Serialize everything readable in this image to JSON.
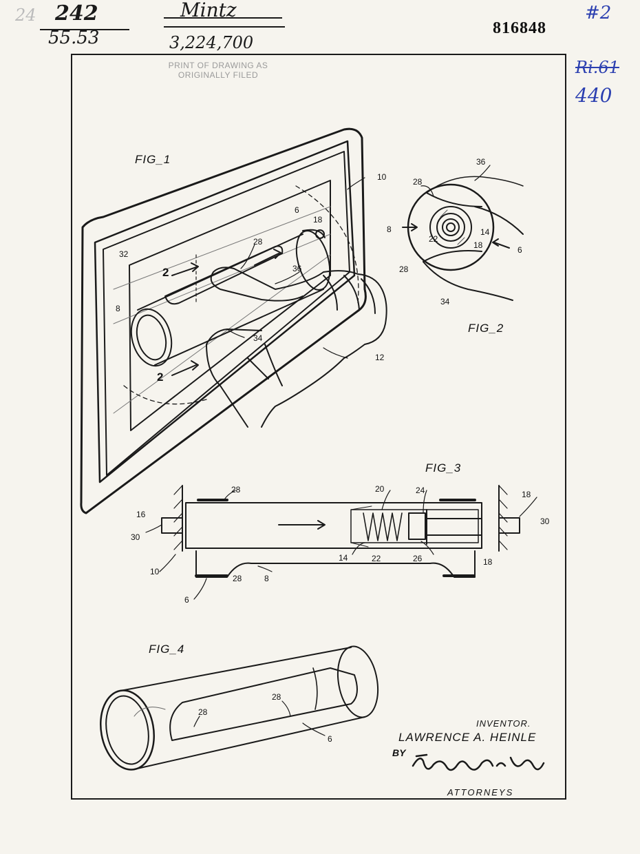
{
  "header": {
    "top_left_faint": "24",
    "fraction_top": "242",
    "fraction_bottom": "55.53",
    "name_note": "Mintz",
    "patent_number": "3,224,700",
    "serial_number": "816848",
    "sheet_mark": "#2",
    "struck_note": "Ri.61",
    "note_number": "440",
    "stamp_line1": "PRINT OF DRAWING AS",
    "stamp_line2": "ORIGINALLY FILED"
  },
  "figures": {
    "fig1": "FIG_1",
    "fig2": "FIG_2",
    "fig3": "FIG_3",
    "fig4": "FIG_4"
  },
  "fig1_refs": {
    "r10": "10",
    "r6": "6",
    "r18": "18",
    "r32": "32",
    "r28": "28",
    "r2a": "2",
    "r36": "36",
    "r8": "8",
    "r34": "34",
    "r2b": "2",
    "r12": "12"
  },
  "fig2_refs": {
    "r36": "36",
    "r28a": "28",
    "r8": "8",
    "r14": "14",
    "r22": "22",
    "r18": "18",
    "r6": "6",
    "r28b": "28",
    "r34": "34"
  },
  "fig3_refs": {
    "r28a": "28",
    "r20": "20",
    "r24": "24",
    "r18a": "18",
    "r16": "16",
    "r30a": "30",
    "r30b": "30",
    "r10": "10",
    "r14": "14",
    "r22": "22",
    "r26": "26",
    "r18b": "18",
    "r28b": "28",
    "r8": "8",
    "r6": "6"
  },
  "fig4_refs": {
    "r28a": "28",
    "r28b": "28",
    "r6": "6"
  },
  "signature": {
    "inventor_label": "INVENTOR.",
    "inventor_name": "LAWRENCE A. HEINLE",
    "by": "BY",
    "firm": "Naylor & Neal",
    "attorneys": "ATTORNEYS"
  },
  "colors": {
    "paper": "#f6f4ee",
    "ink": "#1a1a1a",
    "blue_ink": "#2b3fb0",
    "stamp_gray": "#9a9a9a"
  }
}
